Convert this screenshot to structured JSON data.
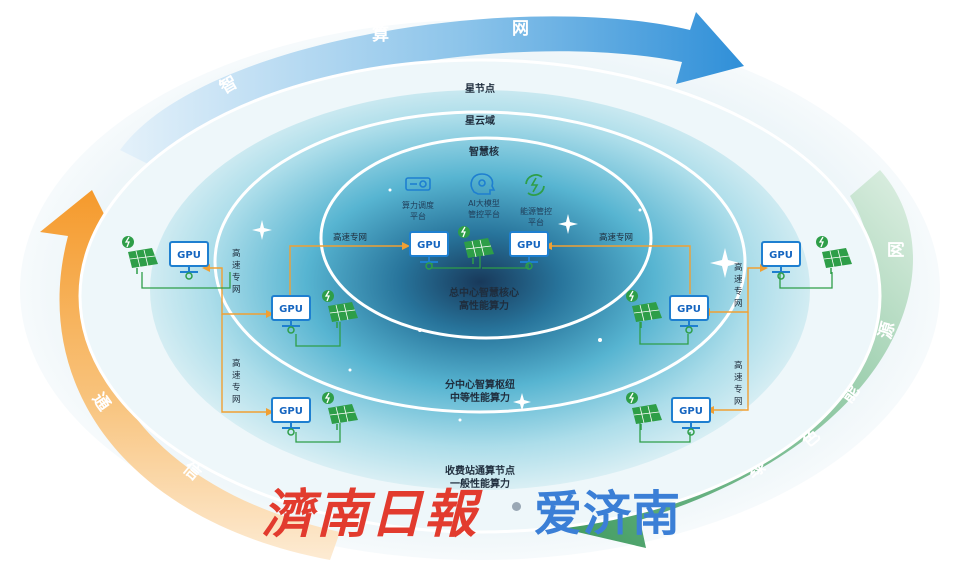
{
  "outer_arrows": {
    "top_chars": [
      "智",
      "算",
      "网"
    ],
    "right_chars": [
      "绿",
      "色",
      "能",
      "源",
      "网"
    ],
    "left_chars": [
      "通",
      "信"
    ]
  },
  "rings": {
    "star_node": "星节点",
    "star_cloud": "星云域",
    "wisdom_core": "智慧核"
  },
  "platforms": [
    {
      "label_1": "算力调度",
      "label_2": "平台",
      "icon": "compute-dispatch-icon"
    },
    {
      "label_1": "AI大模型",
      "label_2": "管控平台",
      "icon": "ai-brain-icon"
    },
    {
      "label_1": "能源管控",
      "label_2": "平台",
      "icon": "energy-cycle-icon"
    }
  ],
  "hubs": {
    "main_center": "总中心智慧核心",
    "main_power": "高性能算力",
    "sub_center": "分中心智算枢纽",
    "sub_power": "中等性能算力",
    "edge_node": "收费站通算节点",
    "edge_power": "一般性能算力"
  },
  "links": {
    "high_speed": "高速专网",
    "vertical_chars": [
      "高",
      "速",
      "专",
      "网"
    ]
  },
  "gpu_label": "GPU",
  "watermark": {
    "left_text": "濟南日報",
    "right_text": "爱济南"
  },
  "colors": {
    "blue_arrow": "#2f8fd8",
    "green_arrow": "#3e9a5e",
    "orange_arrow": "#f59a2c",
    "link_line": "#f0a033",
    "gpu_blue": "#1e7fd0",
    "solar_green": "#2e9e48"
  }
}
